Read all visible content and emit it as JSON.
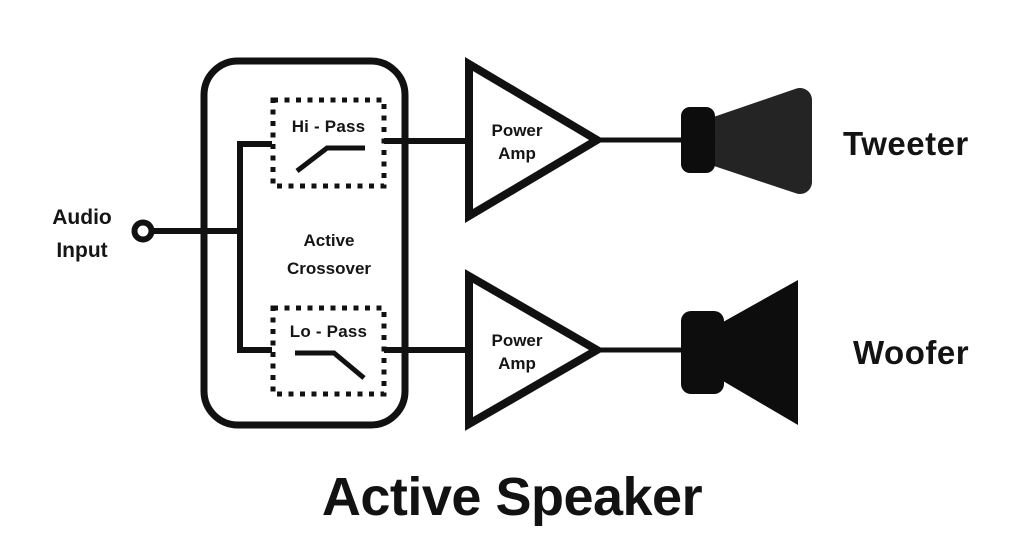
{
  "diagram": {
    "title": "Active Speaker",
    "audio_input": {
      "line1": "Audio",
      "line2": "Input"
    },
    "crossover": {
      "name_line1": "Active",
      "name_line2": "Crossover",
      "hi_pass_label": "Hi - Pass",
      "lo_pass_label": "Lo - Pass"
    },
    "amp_top": {
      "line1": "Power",
      "line2": "Amp"
    },
    "amp_bottom": {
      "line1": "Power",
      "line2": "Amp"
    },
    "outputs": {
      "tweeter_label": "Tweeter",
      "woofer_label": "Woofer"
    },
    "colors": {
      "line": "#111111",
      "fill_black": "#0d0d0d",
      "tweeter_horn": "#242424",
      "background": "#ffffff"
    }
  }
}
